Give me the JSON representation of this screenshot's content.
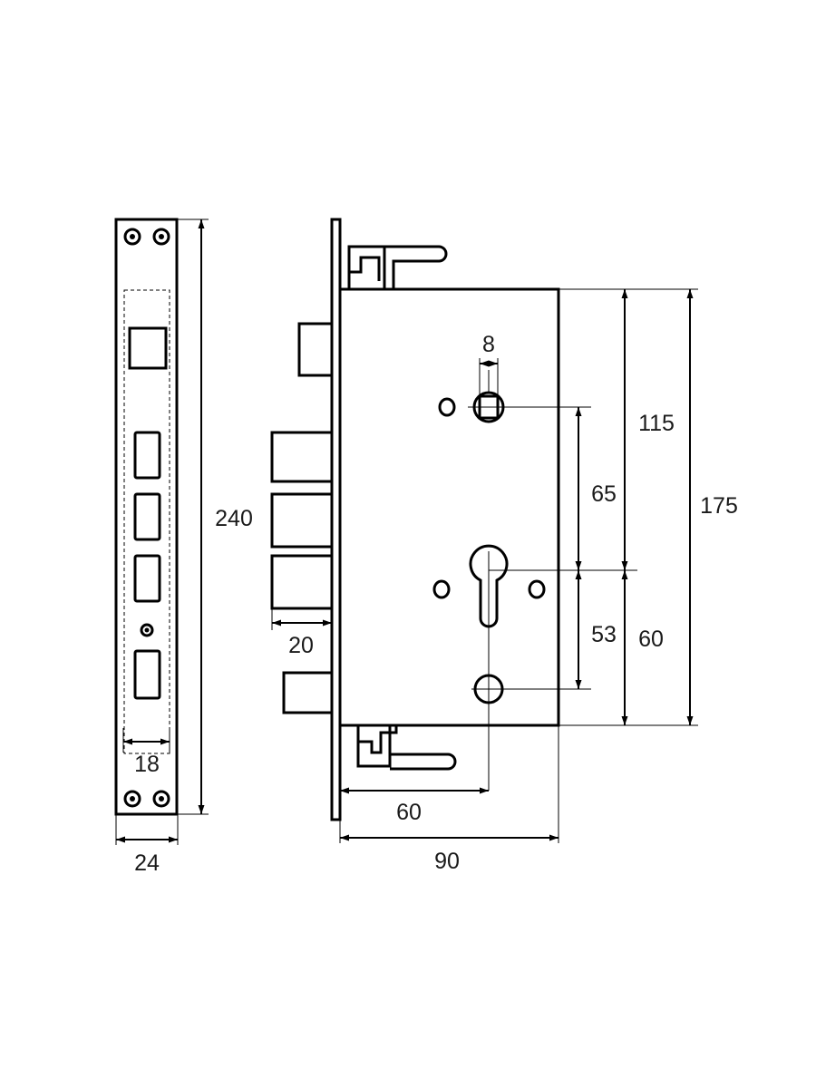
{
  "dimensions": {
    "faceplate_length": "240",
    "faceplate_width": "24",
    "bolt_spacing": "18",
    "bolt_projection": "20",
    "spindle_square": "8",
    "top_to_spindle": "115",
    "spindle_to_cylinder": "65",
    "cylinder_to_bottom_hole": "53",
    "cylinder_to_bottom": "60",
    "body_height": "175",
    "backset": "60",
    "body_depth": "90"
  },
  "colors": {
    "line": "#000000",
    "background": "#ffffff"
  }
}
